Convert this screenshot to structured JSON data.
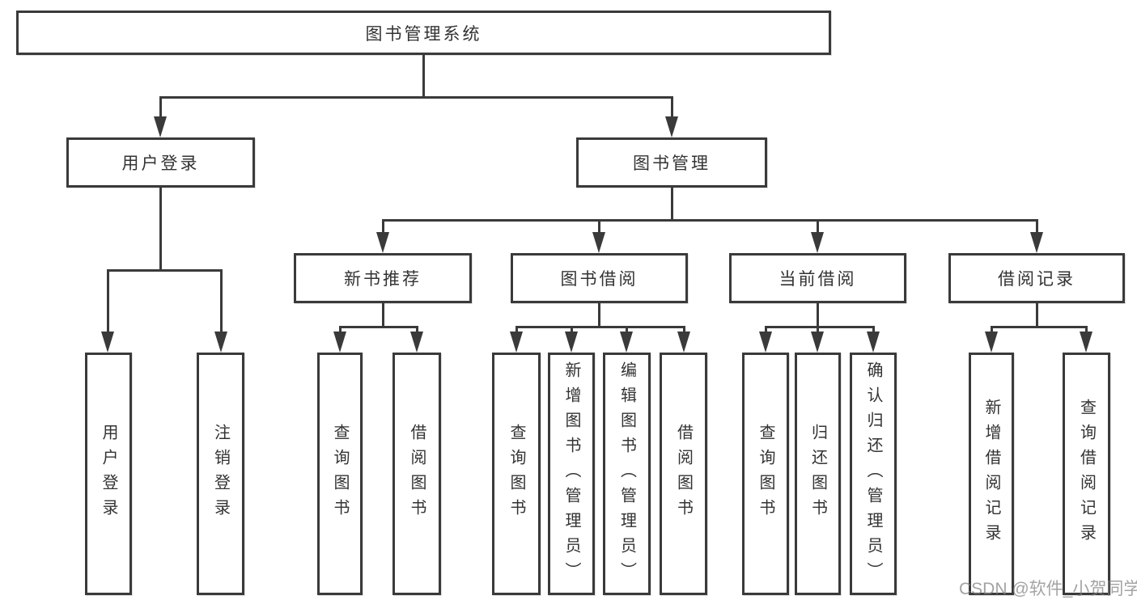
{
  "diagram": {
    "title": "图书管理系统",
    "nodes": {
      "root": "图书管理系统",
      "user_login": "用户登录",
      "book_mgmt": "图书管理",
      "new_books": "新书推荐",
      "book_borrow": "图书借阅",
      "current_borrow": "当前借阅",
      "borrow_records": "借阅记录",
      "user_login_leaf": "用户登录",
      "logout_leaf": "注销登录",
      "query_books_a": "查询图书",
      "borrow_books_a": "借阅图书",
      "query_books_b": "查询图书",
      "add_book": "新增图书（管理员）",
      "edit_book": "编辑图书（管理员）",
      "borrow_books_b": "借阅图书",
      "query_books_c": "查询图书",
      "return_book": "归还图书",
      "confirm_return": "确认归还（管理员）",
      "add_borrow_record": "新增借阅记录",
      "query_borrow_record": "查询借阅记录"
    },
    "hierarchy": {
      "图书管理系统": {
        "用户登录": [
          "用户登录",
          "注销登录"
        ],
        "图书管理": {
          "新书推荐": [
            "查询图书",
            "借阅图书"
          ],
          "图书借阅": [
            "查询图书",
            "新增图书（管理员）",
            "编辑图书（管理员）",
            "借阅图书"
          ],
          "当前借阅": [
            "查询图书",
            "归还图书",
            "确认归还（管理员）"
          ],
          "借阅记录": [
            "新增借阅记录",
            "查询借阅记录"
          ]
        }
      }
    },
    "colors": {
      "line": "#3a3a3a",
      "text": "#333333",
      "background": "#ffffff"
    }
  },
  "watermark": {
    "text": "CSDN @软件_小贺同学",
    "color": "#808080"
  }
}
